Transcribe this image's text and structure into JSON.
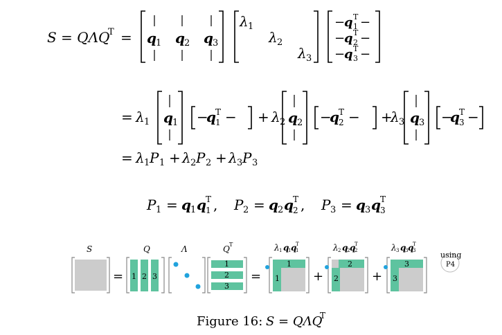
{
  "eq1": {
    "lhs": "S = QΛQ",
    "sup": "T",
    "eq": "=",
    "q_cols": [
      "q",
      "q",
      "q"
    ],
    "q_subs": [
      "1",
      "2",
      "3"
    ],
    "lambdas": [
      "λ",
      "λ",
      "λ"
    ],
    "lambda_subs": [
      "1",
      "2",
      "3"
    ],
    "dash": "−",
    "bar": "|"
  },
  "eq2": {
    "eq": "=",
    "lambda": "λ",
    "subs": [
      "1",
      "2",
      "3"
    ],
    "plus": "+",
    "q": "q",
    "T": "T"
  },
  "eq3": {
    "eq": "=",
    "terms": [
      {
        "lam": "λ",
        "lam_sub": "1",
        "p": "P",
        "p_sub": "1"
      },
      {
        "lam": "λ",
        "lam_sub": "2",
        "p": "P",
        "p_sub": "2"
      },
      {
        "lam": "λ",
        "lam_sub": "3",
        "p": "P",
        "p_sub": "3"
      }
    ],
    "plus": "+"
  },
  "eq4": {
    "defs": [
      {
        "p": "P",
        "sub": "1",
        "q": "q",
        "T": "T"
      },
      {
        "p": "P",
        "sub": "2",
        "q": "q",
        "T": "T"
      },
      {
        "p": "P",
        "sub": "3",
        "q": "q",
        "T": "T"
      }
    ],
    "eq": "=",
    "sep": ","
  },
  "diagram": {
    "headers": [
      "S",
      "Q",
      "Λ",
      "Q",
      "λ",
      "λ",
      "λ"
    ],
    "header_subs": [
      "",
      "",
      "",
      "T",
      "1",
      "2",
      "3"
    ],
    "eq": "=",
    "plus": "+",
    "q_numbers": [
      "1",
      "2",
      "3"
    ],
    "qt_numbers": [
      "1",
      "2",
      "3"
    ],
    "term_numbers": [
      "1",
      "2",
      "3"
    ],
    "badge_line1": "using",
    "badge_line2": "P4",
    "colors": {
      "gray": "#cccccc",
      "green": "#5ec39f",
      "dot": "#21a3dd",
      "dark_green": "#3a9a75"
    }
  },
  "caption": {
    "prefix": "Figure 16:",
    "formula": "S = QΛQ",
    "sup": "T"
  }
}
